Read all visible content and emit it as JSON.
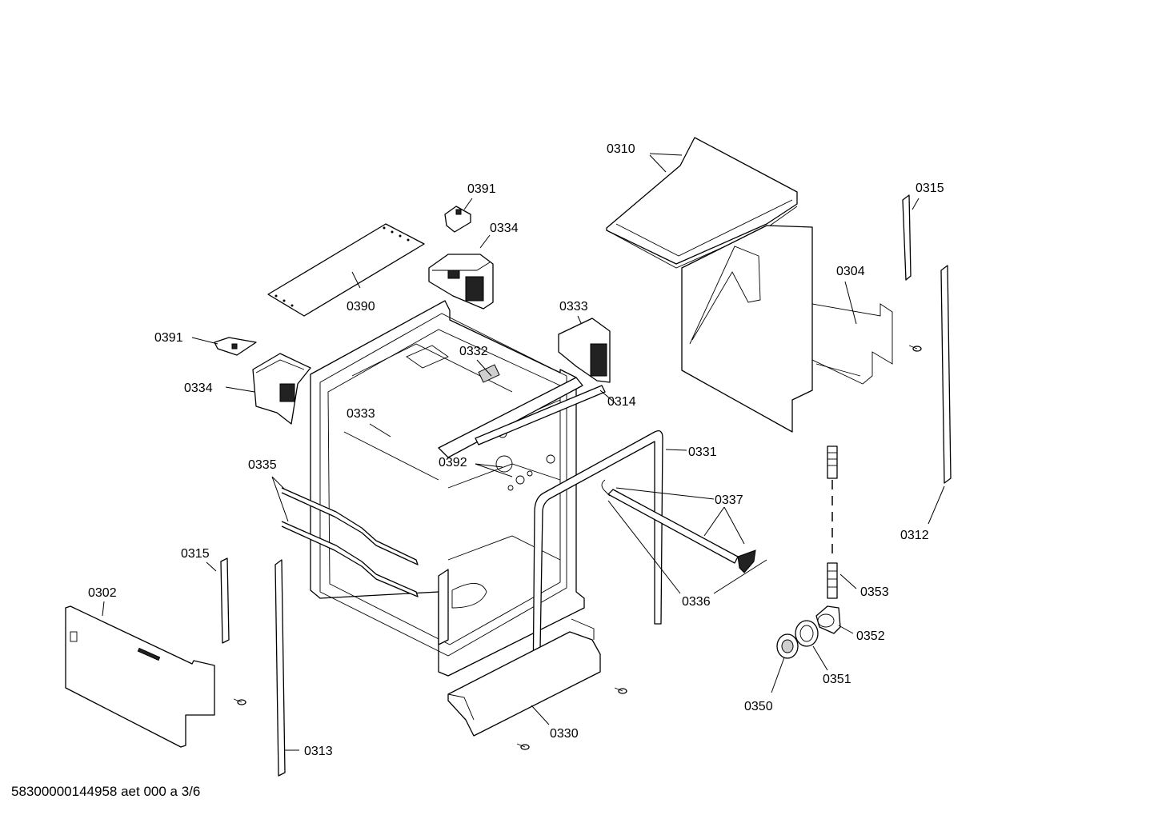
{
  "labels": {
    "l0310": "0310",
    "l0315a": "0315",
    "l0391a": "0391",
    "l0334a": "0334",
    "l0390": "0390",
    "l0333a": "0333",
    "l0391b": "0391",
    "l0332": "0332",
    "l0304": "0304",
    "l0334b": "0334",
    "l0314": "0314",
    "l0333b": "0333",
    "l0331": "0331",
    "l0392": "0392",
    "l0335": "0335",
    "l0337": "0337",
    "l0312": "0312",
    "l0315b": "0315",
    "l0353": "0353",
    "l0336": "0336",
    "l0302": "0302",
    "l0352": "0352",
    "l0351": "0351",
    "l0350": "0350",
    "l0330": "0330",
    "l0313": "0313"
  },
  "footer": "58300000144958 aet 000 a 3/6"
}
